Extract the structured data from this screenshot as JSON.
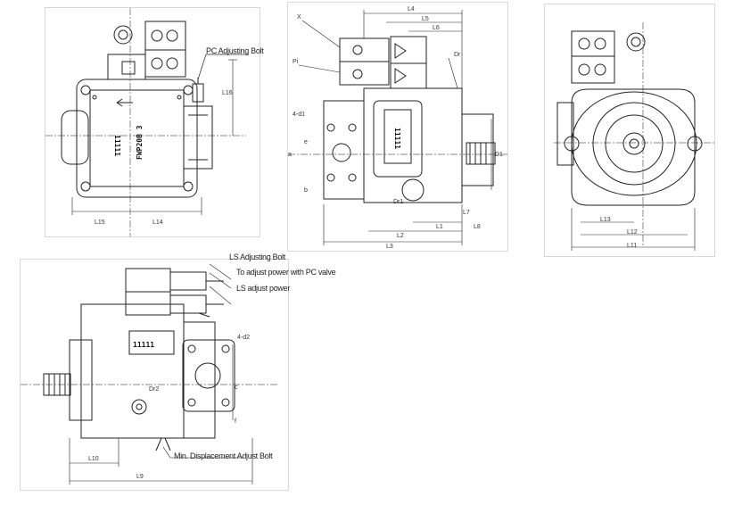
{
  "views": {
    "front": {
      "callout": "PC Adjusting Bolt",
      "dims": {
        "l16": "L16",
        "l15": "L15",
        "l14": "L14"
      },
      "stamp_digits": "11111",
      "stamp_code": "FWP20B 3"
    },
    "side": {
      "dims": {
        "l4": "L4",
        "l5": "L5",
        "l6": "L6",
        "l1": "L1",
        "l2": "L2",
        "l3": "L3",
        "l7": "L7",
        "l8": "L8",
        "d1": "D1"
      },
      "ports": {
        "x": "X",
        "pi": "Pi",
        "dr": "Dr",
        "dr2": "Dr1",
        "d1": "4-d1",
        "a": "a",
        "b": "b",
        "e": "e"
      },
      "stamp_digits": "11111"
    },
    "rear": {
      "dims": {
        "l11": "L11",
        "l12": "L12",
        "l13": "L13"
      }
    },
    "bottom": {
      "notes": {
        "ls_bolt": "LS Adjusting Bolt",
        "pc_valve": "To adjust power with PC valve",
        "ls_power": "LS adjust power"
      },
      "callout": "Min. Displacement Adjust Bolt",
      "dims": {
        "l10": "L10",
        "l9": "L9",
        "d2": "4-d2",
        "c": "c",
        "f": "f",
        "dr2": "Dr2"
      },
      "stamp_digits": "11111"
    }
  }
}
